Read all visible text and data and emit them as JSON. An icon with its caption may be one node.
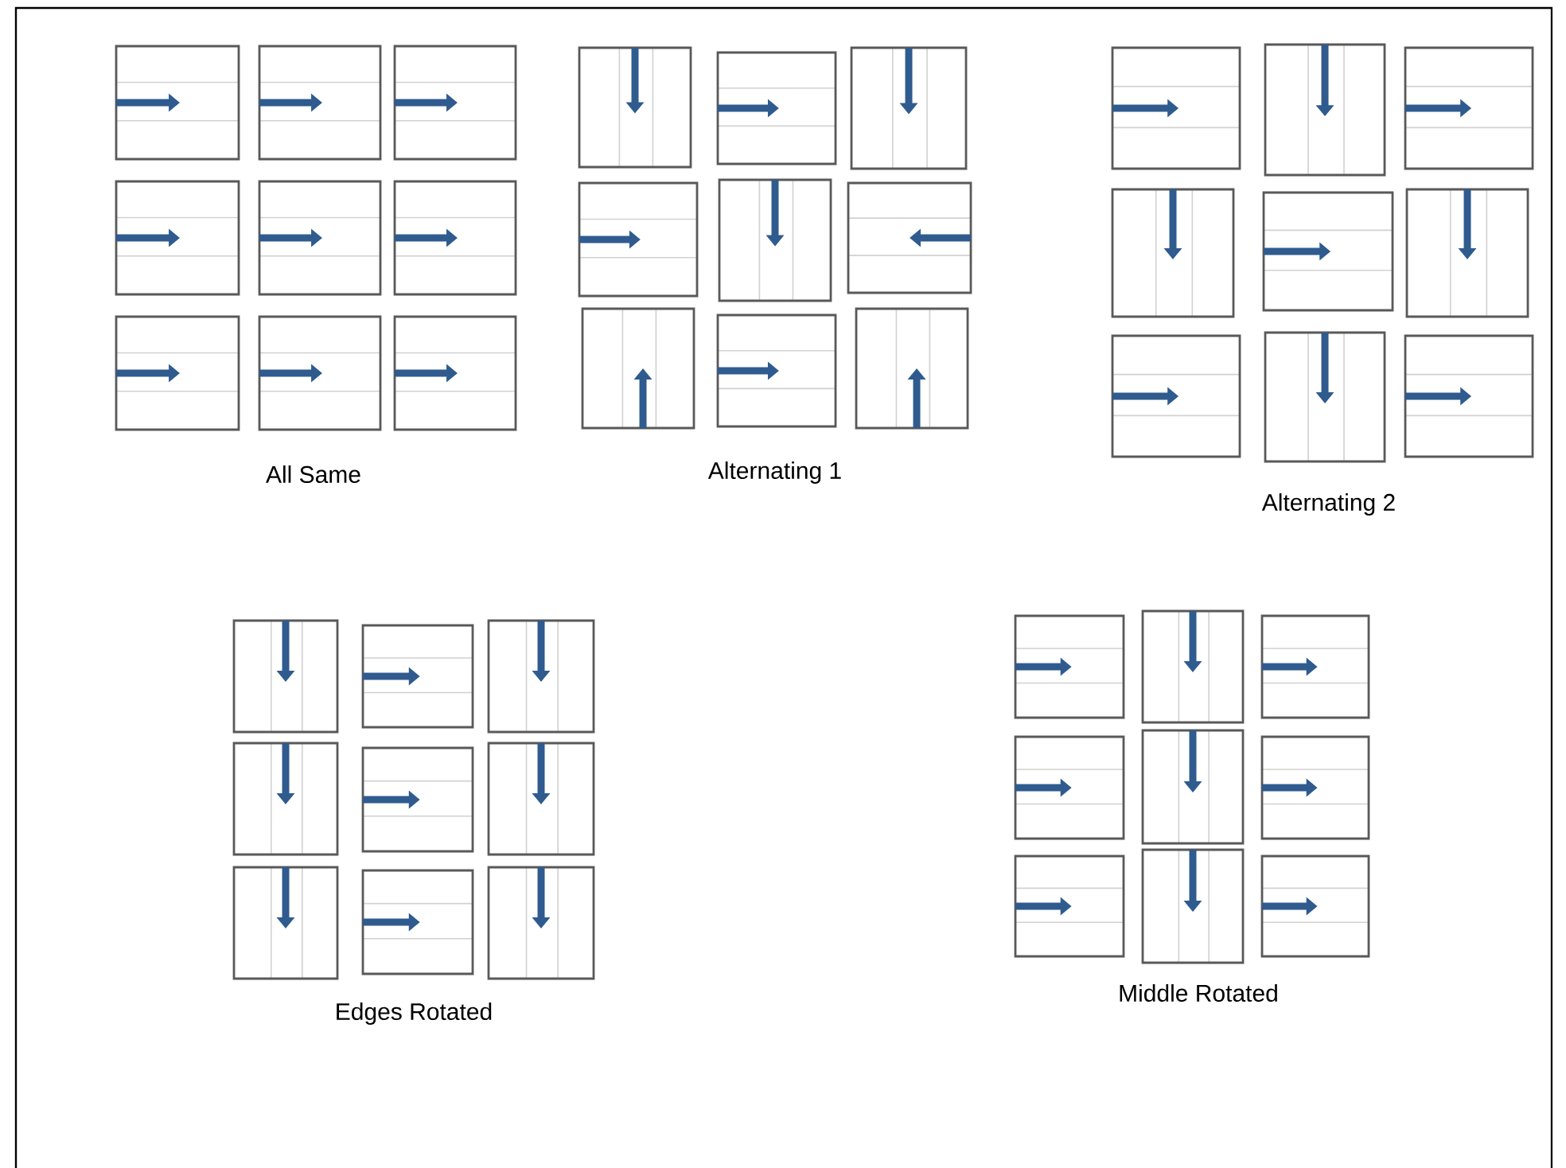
{
  "diagram": {
    "labels": [
      "All Same",
      "Alternating 1",
      "Alternating 2",
      "Edges Rotated",
      "Middle Rotated"
    ]
  }
}
